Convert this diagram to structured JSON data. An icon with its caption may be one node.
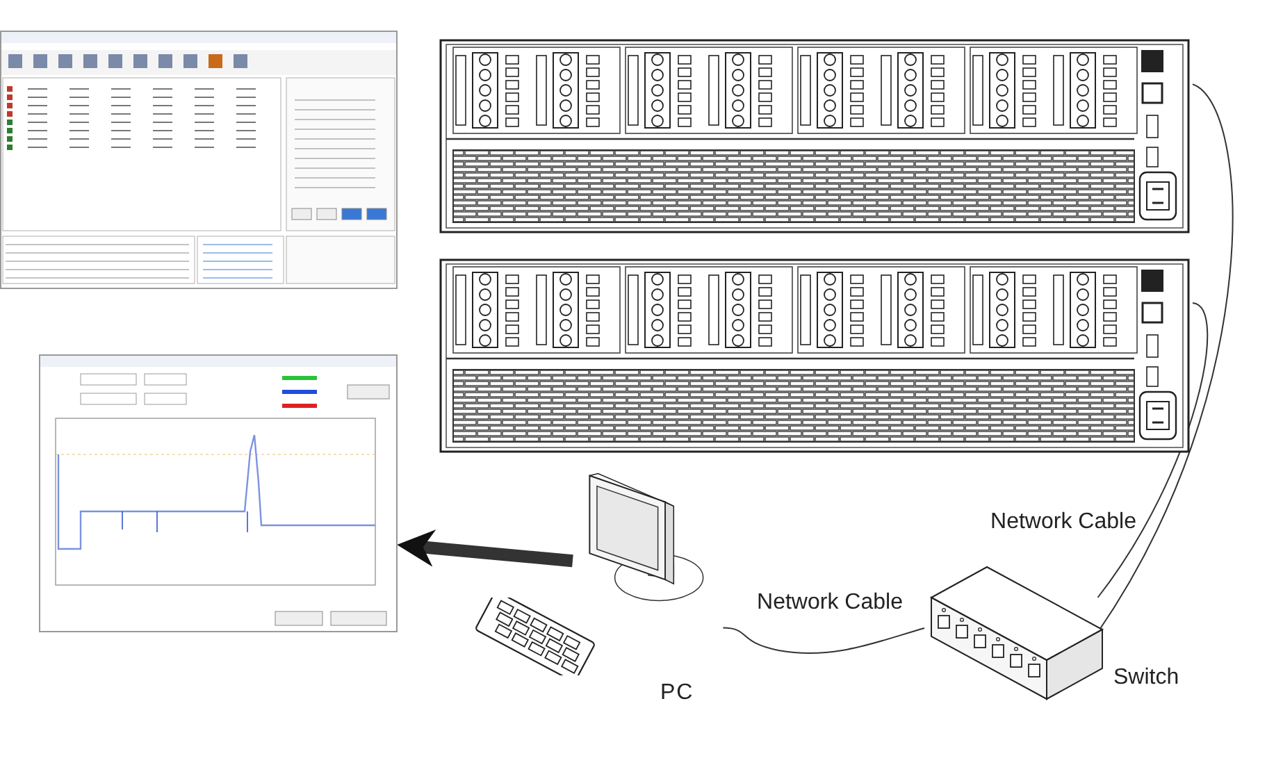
{
  "diagram": {
    "nodes": [
      {
        "text": [],
        "shape": "picture"
      },
      {
        "text": [],
        "shape": "picture"
      },
      {
        "text": [],
        "shape": "picture"
      },
      {
        "text": [],
        "shape": "picture"
      },
      {
        "text": [
          "PC"
        ]
      },
      {
        "text": [
          "Switch"
        ]
      }
    ],
    "edges": [
      {
        "from": 2,
        "to": 5,
        "arrow": "none"
      },
      {
        "from": 3,
        "to": 5,
        "arrow": "none",
        "label": "Network Cable"
      },
      {
        "from": 5,
        "to": 4,
        "arrow": "none",
        "label": "Network Cable"
      },
      {
        "from": 4,
        "to": 1,
        "arrow": "to",
        "style": "thick"
      }
    ]
  }
}
